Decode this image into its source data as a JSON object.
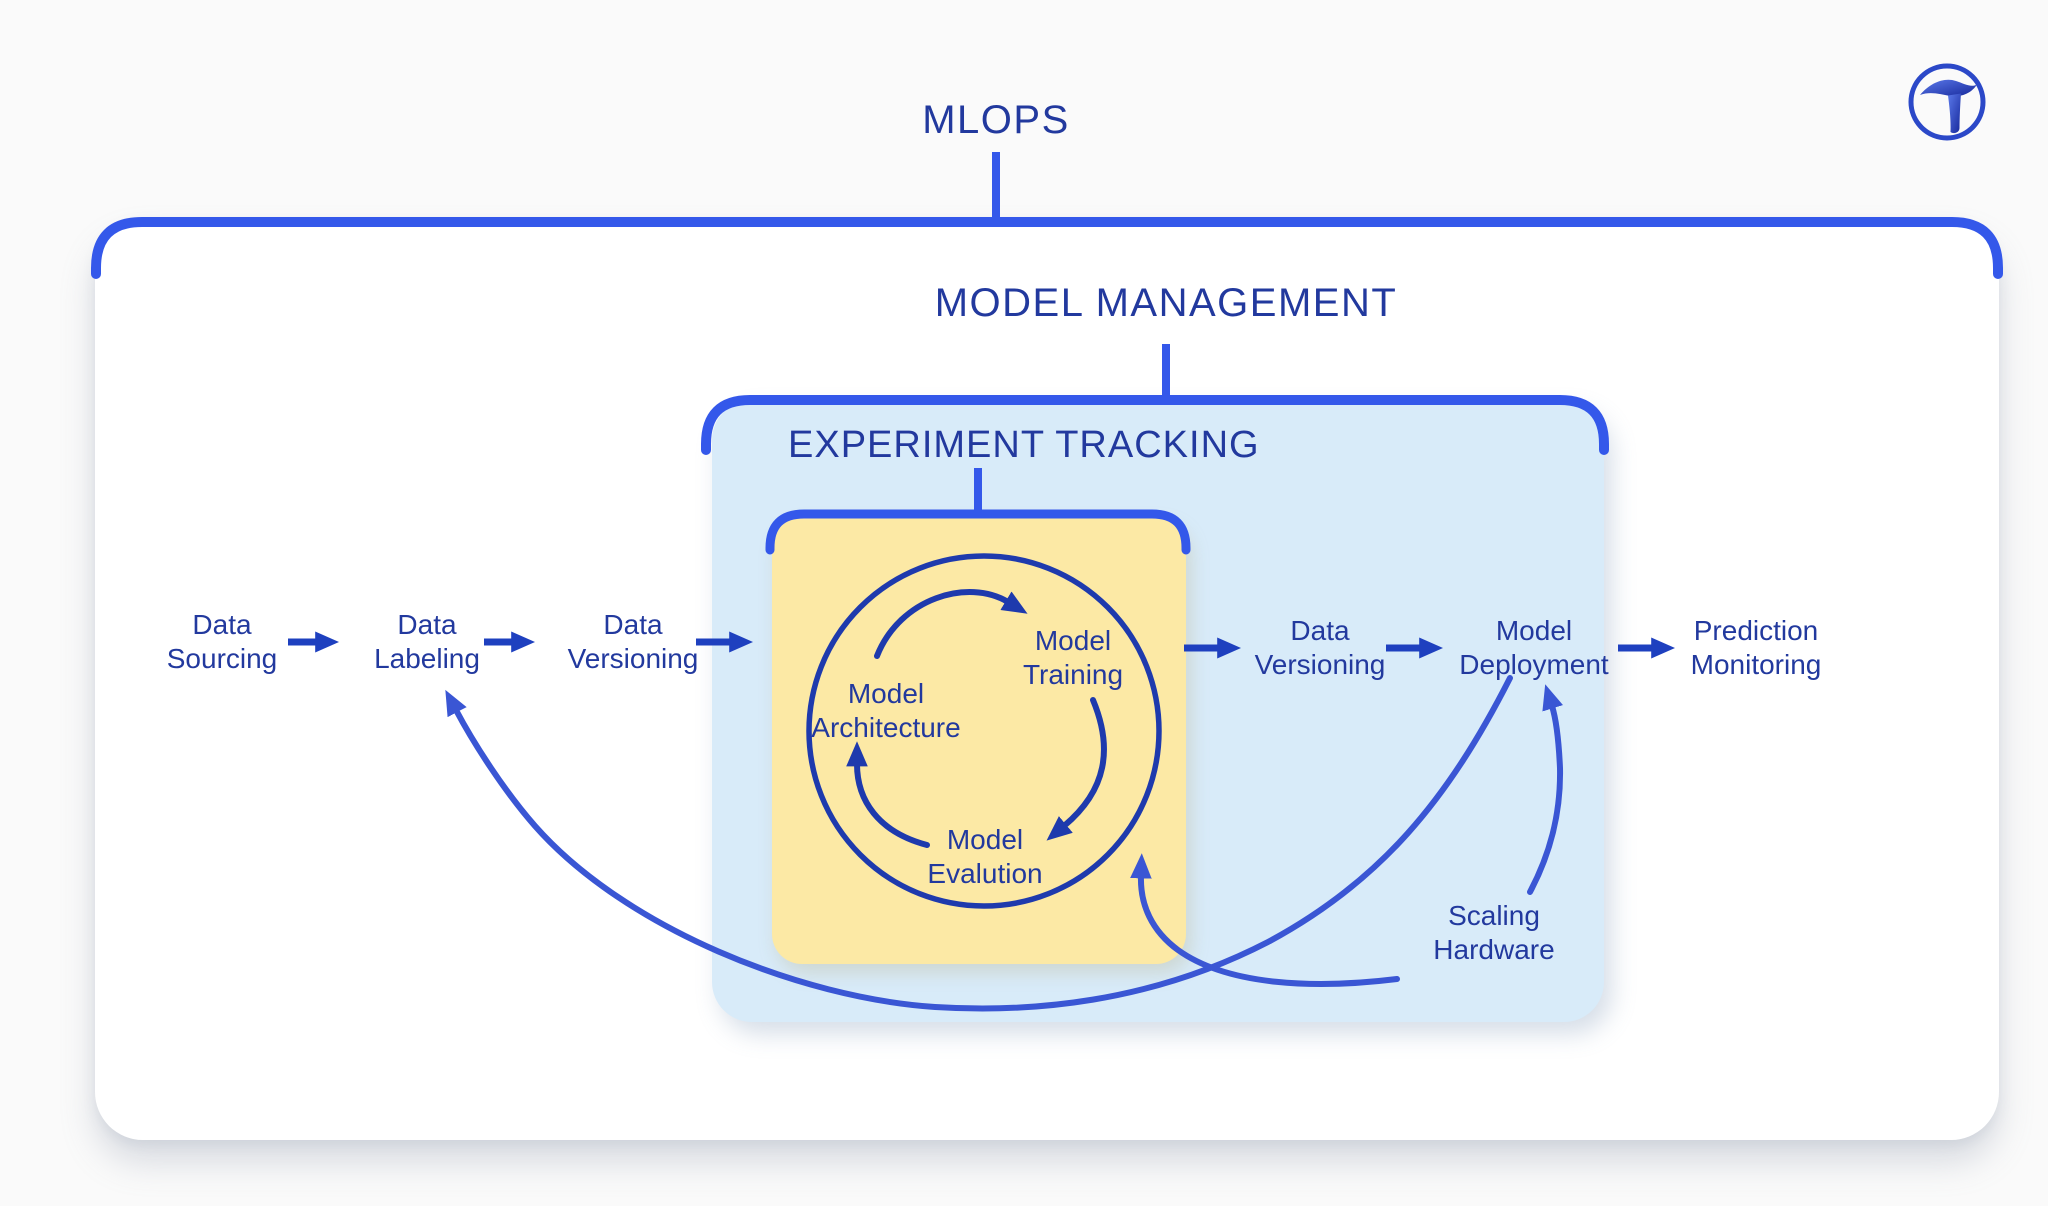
{
  "page": {
    "title": "MLOPS"
  },
  "sections": {
    "model_management": "MODEL MANAGEMENT",
    "experiment_tracking": "EXPERIMENT TRACKING"
  },
  "pipeline": [
    {
      "id": "data-sourcing",
      "line1": "Data",
      "line2": "Sourcing"
    },
    {
      "id": "data-labeling",
      "line1": "Data",
      "line2": "Labeling"
    },
    {
      "id": "data-versioning",
      "line1": "Data",
      "line2": "Versioning"
    },
    {
      "id": "data-versioning-2",
      "line1": "Data",
      "line2": "Versioning"
    },
    {
      "id": "model-deployment",
      "line1": "Model",
      "line2": "Deployment"
    },
    {
      "id": "prediction-monitoring",
      "line1": "Prediction",
      "line2": "Monitoring"
    }
  ],
  "training_cycle": [
    {
      "id": "model-training",
      "line1": "Model",
      "line2": "Training"
    },
    {
      "id": "model-evalution",
      "line1": "Model",
      "line2": "Evalution"
    },
    {
      "id": "model-architecture",
      "line1": "Model",
      "line2": "Architecture"
    }
  ],
  "notes": {
    "scaling_hardware": {
      "line1": "Scaling",
      "line2": "Hardware"
    }
  },
  "icons": {
    "logo": "tensor-t-logo"
  },
  "colors": {
    "navy": "#22399e",
    "bracket": "#3458ea",
    "arrow": "#1e40bf",
    "curve": "#3a56d4",
    "cycle": "#1e3aad",
    "bg": "#fafafa",
    "card": "#ffffff",
    "lightblue": "#d8ebf9",
    "yellow": "#fce9a5"
  }
}
